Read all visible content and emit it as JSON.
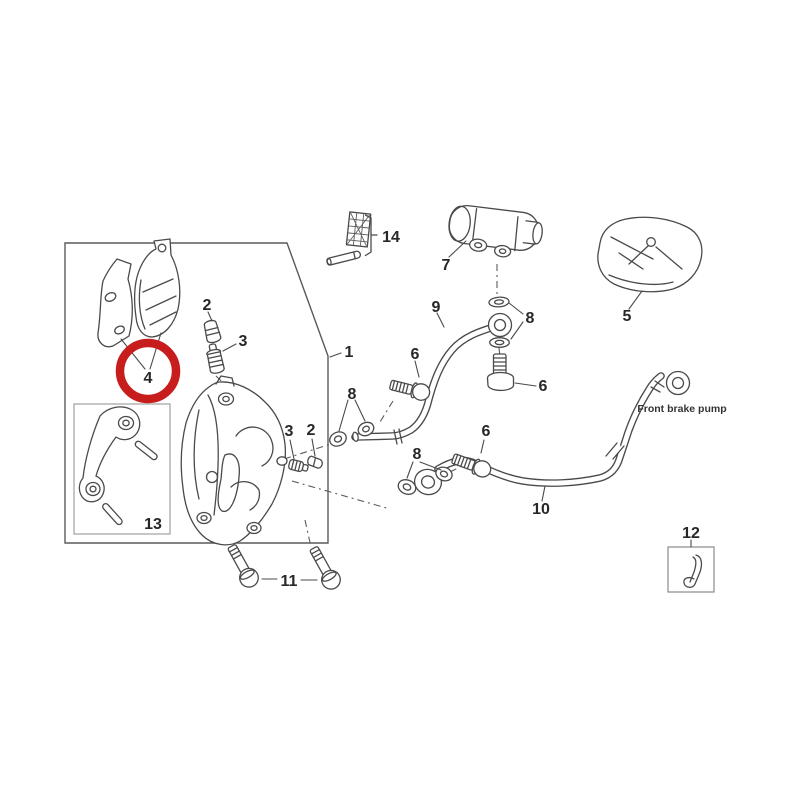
{
  "diagram": {
    "background": "#ffffff",
    "line_color": "#4a4a4a",
    "label_color": "#272727",
    "highlight_circle_color": "#c81d1d",
    "group_box_color": "#5a5a5a",
    "sub_box_color": "#a0a0a0",
    "annotation": {
      "text": "Front brake pump"
    },
    "labels": [
      {
        "ref": "assembly-group-box",
        "text": "1"
      },
      {
        "ref": "bleed-valve-cap-upper",
        "text": "2"
      },
      {
        "ref": "bleed-valve-upper",
        "text": "3"
      },
      {
        "ref": "brake-pads-highlighted",
        "text": "4"
      },
      {
        "ref": "rubber-boot",
        "text": "5"
      },
      {
        "ref": "banjo-bolt-upper-left",
        "text": "6"
      },
      {
        "ref": "banjo-bolt-upper-right",
        "text": "6"
      },
      {
        "ref": "banjo-bolt-lower",
        "text": "6"
      },
      {
        "ref": "brake-pump-body",
        "text": "7"
      },
      {
        "ref": "washers-upper-left",
        "text": "8"
      },
      {
        "ref": "washers-upper-right",
        "text": "8"
      },
      {
        "ref": "washers-lower",
        "text": "8"
      },
      {
        "ref": "upper-brake-hose",
        "text": "9"
      },
      {
        "ref": "lower-brake-hose",
        "text": "10"
      },
      {
        "ref": "caliper-mounting-bolts",
        "text": "11"
      },
      {
        "ref": "retaining-clip",
        "text": "12"
      },
      {
        "ref": "caliper-bracket",
        "text": "13"
      },
      {
        "ref": "pad-pin-and-spring",
        "text": "14"
      },
      {
        "ref": "bleed-valve-right",
        "text": "3"
      },
      {
        "ref": "bleed-valve-cap-right",
        "text": "2"
      }
    ]
  }
}
